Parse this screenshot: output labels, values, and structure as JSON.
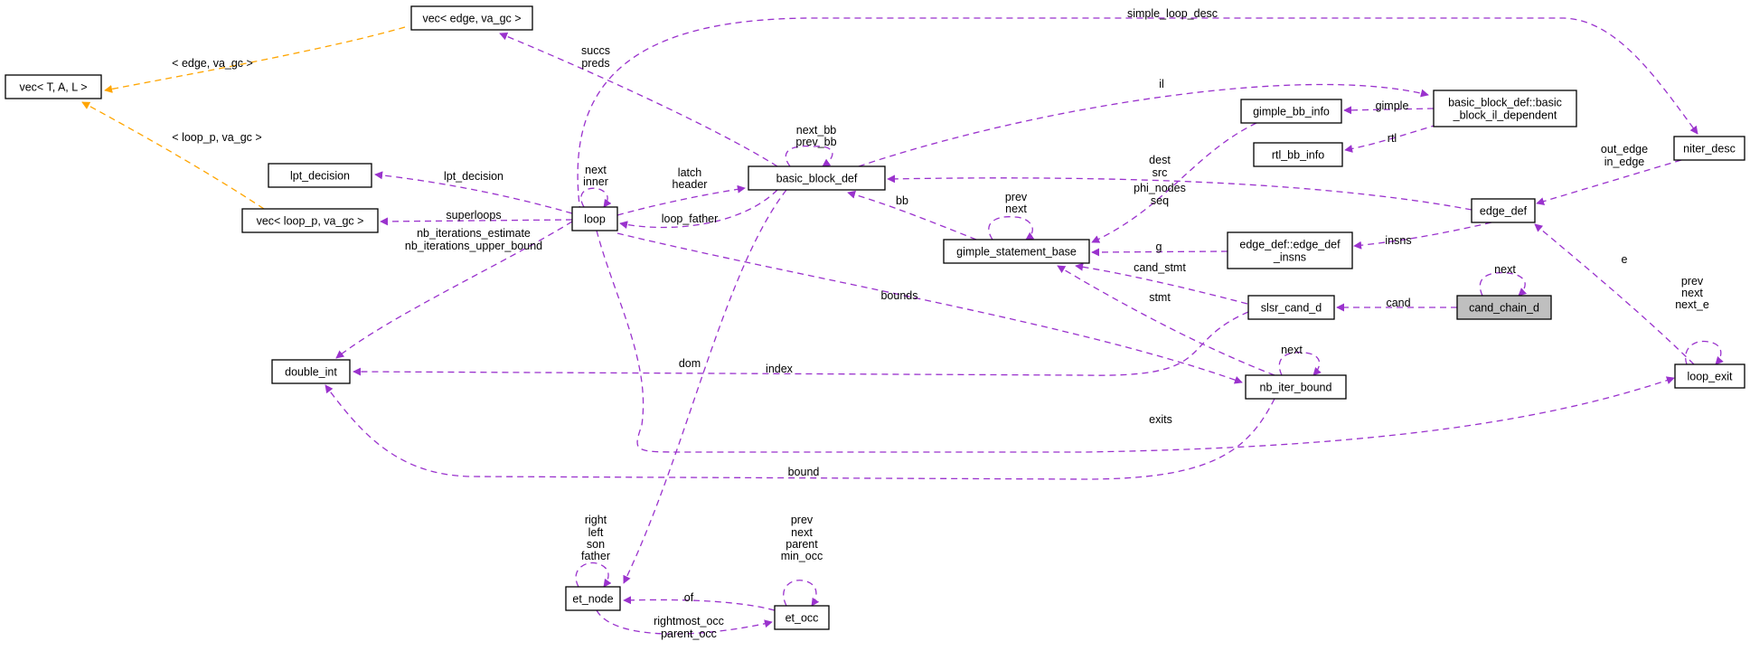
{
  "colors": {
    "purple": "#9a32cd",
    "orange": "#ffa500",
    "black": "#000000",
    "focus_fill": "#bfbfbf"
  },
  "nodes": [
    {
      "id": "vec_edge",
      "label": "vec< edge, va_gc >"
    },
    {
      "id": "vec_TAL",
      "label": "vec< T, A, L >"
    },
    {
      "id": "lpt",
      "label": "lpt_decision"
    },
    {
      "id": "vec_loop",
      "label": "vec< loop_p, va_gc >"
    },
    {
      "id": "loop",
      "label": "loop"
    },
    {
      "id": "bbd",
      "label": "basic_block_def"
    },
    {
      "id": "double_int",
      "label": "double_int"
    },
    {
      "id": "gsb",
      "label": "gimple_statement_base"
    },
    {
      "id": "gbbi",
      "label": "gimple_bb_info"
    },
    {
      "id": "rtlbbi",
      "label": "rtl_bb_info"
    },
    {
      "id": "bbdil",
      "label": "basic_block_def::basic\n_block_il_dependent"
    },
    {
      "id": "edgedef",
      "label": "edge_def"
    },
    {
      "id": "edinsns",
      "label": "edge_def::edge_def\n_insns"
    },
    {
      "id": "niter",
      "label": "niter_desc"
    },
    {
      "id": "slsr",
      "label": "slsr_cand_d"
    },
    {
      "id": "ccd",
      "label": "cand_chain_d",
      "focus": true
    },
    {
      "id": "nbib",
      "label": "nb_iter_bound"
    },
    {
      "id": "loopexit",
      "label": "loop_exit"
    },
    {
      "id": "etnode",
      "label": "et_node"
    },
    {
      "id": "etocc",
      "label": "et_occ"
    }
  ],
  "edges": [
    {
      "id": "e1",
      "from": "vec_edge",
      "to": "vec_TAL",
      "style": "template",
      "label": "< edge, va_gc >"
    },
    {
      "id": "e2",
      "from": "vec_loop",
      "to": "vec_TAL",
      "style": "template",
      "label": "< loop_p, va_gc >"
    },
    {
      "id": "e3",
      "from": "bbd",
      "to": "vec_edge",
      "style": "member",
      "label": "succs\npreds"
    },
    {
      "id": "e4",
      "from": "loop",
      "to": "niter",
      "style": "member",
      "label": "simple_loop_desc"
    },
    {
      "id": "e5",
      "from": "bbd",
      "to": "bbdil",
      "style": "member",
      "label": "il"
    },
    {
      "id": "e6",
      "from": "bbdil",
      "to": "gbbi",
      "style": "member",
      "label": "gimple"
    },
    {
      "id": "e7",
      "from": "bbdil",
      "to": "rtlbbi",
      "style": "member",
      "label": "rtl"
    },
    {
      "id": "e8",
      "from": "bbd",
      "to": "bbd",
      "style": "member",
      "label": "next_bb\nprev_bb"
    },
    {
      "id": "e9",
      "from": "loop",
      "to": "loop",
      "style": "member",
      "label": "next\ninner"
    },
    {
      "id": "e10",
      "from": "loop",
      "to": "lpt",
      "style": "member",
      "label": "lpt_decision"
    },
    {
      "id": "e11",
      "from": "loop",
      "to": "bbd",
      "style": "member",
      "label": "latch\nheader"
    },
    {
      "id": "e12",
      "from": "bbd",
      "to": "loop",
      "style": "member",
      "label": "loop_father"
    },
    {
      "id": "e13",
      "from": "loop",
      "to": "vec_loop",
      "style": "member",
      "label": "superloops"
    },
    {
      "id": "e14",
      "from": "loop",
      "to": "double_int",
      "style": "member",
      "label": "nb_iterations_estimate\nnb_iterations_upper_bound"
    },
    {
      "id": "e15",
      "from": "edgedef",
      "to": "bbd",
      "style": "member",
      "label": "dest\nsrc"
    },
    {
      "id": "e16",
      "from": "gbbi",
      "to": "gsb",
      "style": "member",
      "label": "phi_nodes\nseq"
    },
    {
      "id": "e17",
      "from": "gsb",
      "to": "bbd",
      "style": "member",
      "label": "bb"
    },
    {
      "id": "e18",
      "from": "gsb",
      "to": "gsb",
      "style": "member",
      "label": "prev\nnext"
    },
    {
      "id": "e19",
      "from": "niter",
      "to": "edgedef",
      "style": "member",
      "label": "out_edge\nin_edge"
    },
    {
      "id": "e20",
      "from": "edgedef",
      "to": "edinsns",
      "style": "member",
      "label": "insns"
    },
    {
      "id": "e21",
      "from": "edinsns",
      "to": "gsb",
      "style": "member",
      "label": "g"
    },
    {
      "id": "e22",
      "from": "slsr",
      "to": "gsb",
      "style": "member",
      "label": "cand_stmt"
    },
    {
      "id": "e23",
      "from": "nbib",
      "to": "gsb",
      "style": "member",
      "label": "stmt"
    },
    {
      "id": "e24",
      "from": "ccd",
      "to": "ccd",
      "style": "member",
      "label": "next"
    },
    {
      "id": "e25",
      "from": "ccd",
      "to": "slsr",
      "style": "member",
      "label": "cand"
    },
    {
      "id": "e26",
      "from": "loop",
      "to": "nbib",
      "style": "member",
      "label": "bounds"
    },
    {
      "id": "e27",
      "from": "slsr",
      "to": "double_int",
      "style": "member",
      "label": "index"
    },
    {
      "id": "e28",
      "from": "nbib",
      "to": "nbib",
      "style": "member",
      "label": "next"
    },
    {
      "id": "e29",
      "from": "nbib",
      "to": "double_int",
      "style": "member",
      "label": "bound"
    },
    {
      "id": "e30",
      "from": "loop",
      "to": "loopexit",
      "style": "member",
      "label": "exits"
    },
    {
      "id": "e31",
      "from": "loopexit",
      "to": "edgedef",
      "style": "member",
      "label": "e"
    },
    {
      "id": "e32",
      "from": "loopexit",
      "to": "loopexit",
      "style": "member",
      "label": "prev\nnext\nnext_e"
    },
    {
      "id": "e33",
      "from": "bbd",
      "to": "etnode",
      "style": "member",
      "label": "dom"
    },
    {
      "id": "e34",
      "from": "etnode",
      "to": "etnode",
      "style": "member",
      "label": "right\nleft\nson\nfather"
    },
    {
      "id": "e35",
      "from": "etocc",
      "to": "etnode",
      "style": "member",
      "label": "of"
    },
    {
      "id": "e36",
      "from": "etnode",
      "to": "etocc",
      "style": "member",
      "label": "rightmost_occ\nparent_occ"
    },
    {
      "id": "e37",
      "from": "etocc",
      "to": "etocc",
      "style": "member",
      "label": "prev\nnext\nparent\nmin_occ"
    }
  ]
}
